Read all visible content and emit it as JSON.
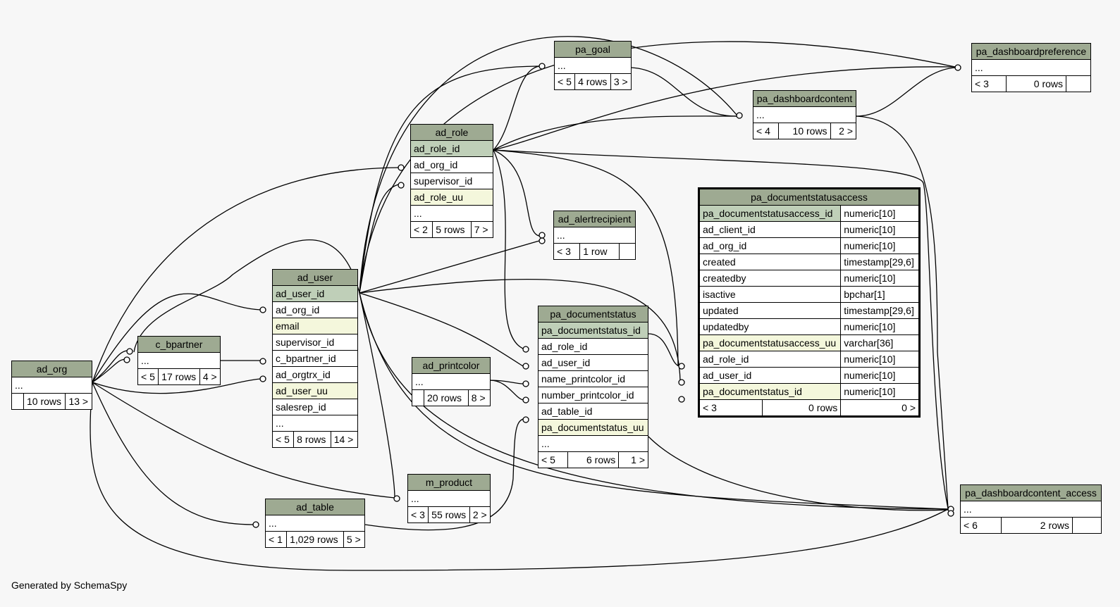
{
  "footer": "Generated by SchemaSpy",
  "tables": {
    "ad_org": {
      "name": "ad_org",
      "cols": [
        "..."
      ],
      "footer": [
        "",
        "10 rows",
        "13 >"
      ]
    },
    "c_bpartner": {
      "name": "c_bpartner",
      "cols": [
        "..."
      ],
      "footer": [
        "< 5",
        "17 rows",
        "4 >"
      ]
    },
    "ad_user": {
      "name": "ad_user",
      "cols": [
        "ad_user_id",
        "ad_org_id",
        "email",
        "supervisor_id",
        "c_bpartner_id",
        "ad_orgtrx_id",
        "ad_user_uu",
        "salesrep_id",
        "..."
      ],
      "footer": [
        "< 5",
        "8 rows",
        "14 >"
      ]
    },
    "ad_table": {
      "name": "ad_table",
      "cols": [
        "..."
      ],
      "footer": [
        "< 1",
        "1,029 rows",
        "5 >"
      ]
    },
    "ad_role": {
      "name": "ad_role",
      "cols": [
        "ad_role_id",
        "ad_org_id",
        "supervisor_id",
        "ad_role_uu",
        "..."
      ],
      "footer": [
        "< 2",
        "5 rows",
        "7 >"
      ]
    },
    "m_product": {
      "name": "m_product",
      "cols": [
        "..."
      ],
      "footer": [
        "< 3",
        "55 rows",
        "2 >"
      ]
    },
    "ad_printcolor": {
      "name": "ad_printcolor",
      "cols": [
        "..."
      ],
      "footer": [
        "",
        "20 rows",
        "8 >"
      ]
    },
    "pa_goal": {
      "name": "pa_goal",
      "cols": [
        "..."
      ],
      "footer": [
        "< 5",
        "4 rows",
        "3 >"
      ]
    },
    "ad_alertrecipient": {
      "name": "ad_alertrecipient",
      "cols": [
        "..."
      ],
      "footer": [
        "< 3",
        "1 row",
        ""
      ]
    },
    "pa_documentstatus": {
      "name": "pa_documentstatus",
      "cols": [
        "pa_documentstatus_id",
        "ad_role_id",
        "ad_user_id",
        "name_printcolor_id",
        "number_printcolor_id",
        "ad_table_id",
        "pa_documentstatus_uu",
        "..."
      ],
      "footer": [
        "< 5",
        "6 rows",
        "1 >"
      ]
    },
    "pa_dashboardcontent": {
      "name": "pa_dashboardcontent",
      "cols": [
        "..."
      ],
      "footer": [
        "< 4",
        "10 rows",
        "2 >"
      ]
    },
    "pa_dashboardpreference": {
      "name": "pa_dashboardpreference",
      "cols": [
        "..."
      ],
      "footer": [
        "< 3",
        "0 rows",
        ""
      ]
    },
    "pa_dashboardcontent_access": {
      "name": "pa_dashboardcontent_access",
      "cols": [
        "..."
      ],
      "footer": [
        "< 6",
        "2 rows",
        ""
      ]
    },
    "pa_documentstatusaccess": {
      "name": "pa_documentstatusaccess",
      "cols": [
        {
          "name": "pa_documentstatusaccess_id",
          "type": "numeric[10]"
        },
        {
          "name": "ad_client_id",
          "type": "numeric[10]"
        },
        {
          "name": "ad_org_id",
          "type": "numeric[10]"
        },
        {
          "name": "created",
          "type": "timestamp[29,6]"
        },
        {
          "name": "createdby",
          "type": "numeric[10]"
        },
        {
          "name": "isactive",
          "type": "bpchar[1]"
        },
        {
          "name": "updated",
          "type": "timestamp[29,6]"
        },
        {
          "name": "updatedby",
          "type": "numeric[10]"
        },
        {
          "name": "pa_documentstatusaccess_uu",
          "type": "varchar[36]"
        },
        {
          "name": "ad_role_id",
          "type": "numeric[10]"
        },
        {
          "name": "ad_user_id",
          "type": "numeric[10]"
        },
        {
          "name": "pa_documentstatus_id",
          "type": "numeric[10]"
        }
      ],
      "footer": [
        "< 3",
        "0 rows",
        "0 >"
      ]
    }
  }
}
